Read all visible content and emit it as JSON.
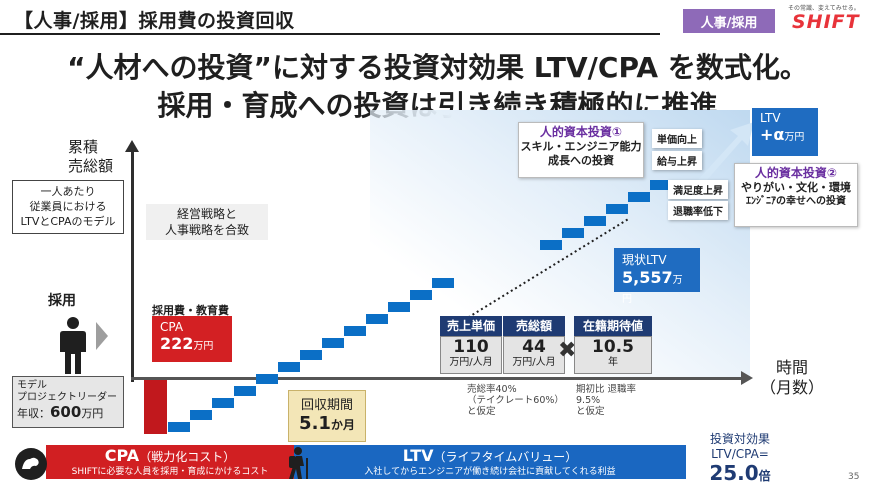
{
  "header": {
    "title": "【人事/採用】採用費の投資回収",
    "category_badge": "人事/採用",
    "logo_tagline": "その常識、変えてみせる。",
    "logo": "SHIFT"
  },
  "headline": {
    "line1": "“人材への投資”に対する投資対効果 LTV/CPA を数式化。",
    "line2": "採用・育成への投資は引き続き積極的に推進"
  },
  "axes": {
    "y_label_1": "累積",
    "y_label_2": "売総額",
    "x_label_1": "時間",
    "x_label_2": "（月数）"
  },
  "model_box": {
    "l1": "一人あたり",
    "l2": "従業員における",
    "l3": "LTVとCPAのモデル"
  },
  "hiring": {
    "label": "採用",
    "icon": "person-icon"
  },
  "project_leader": {
    "l1": "モデル",
    "l2": "プロジェクトリーダー",
    "salary_label": "年収：",
    "salary_value": "600",
    "salary_unit": "万円"
  },
  "strategy_box": {
    "l1": "経営戦略と",
    "l2": "人事戦略を合致"
  },
  "cost": {
    "label": "採用費・教育費",
    "cpa_label": "CPA",
    "cpa_value": "222",
    "cpa_unit": "万円"
  },
  "payback": {
    "label": "回収期間",
    "value": "5.1",
    "unit": "か月"
  },
  "metrics": {
    "unit_price": {
      "header": "売上単価",
      "value": "110",
      "unit": "万円/人月"
    },
    "total": {
      "header": "売総額",
      "value": "44",
      "unit": "万円/人月"
    },
    "tenure": {
      "header": "在籍期待値",
      "value": "10.5",
      "unit": "年"
    },
    "note_left": {
      "l1": "売総率40%",
      "l2": "（テイクレート60%）",
      "l3": "と仮定"
    },
    "note_right": {
      "l1": "期初比 退職率",
      "l2": "9.5%",
      "l3": "と仮定"
    }
  },
  "current_ltv": {
    "label": "現状LTV",
    "value": "5,557",
    "unit": "万円"
  },
  "ltv_plus": {
    "label": "LTV",
    "value": "+α",
    "unit": "万円"
  },
  "human_capital_1": {
    "title": "人的資本投資①",
    "l1": "スキル・エンジニア能力",
    "l2": "成長への投資"
  },
  "human_capital_2": {
    "title": "人的資本投資②",
    "l1": "やりがい・文化・環境",
    "l2": "ｴﾝｼﾞﾆｱの幸せへの投資"
  },
  "tags": {
    "t1": "単価向上",
    "t2": "給与上昇",
    "t3": "満足度上昇",
    "t4": "退職率低下"
  },
  "band_cpa": {
    "title": "CPA",
    "sub": "（戦力化コスト）",
    "desc": "SHIFTに必要な人員を採用・育成にかけるコスト"
  },
  "band_ltv": {
    "title": "LTV",
    "sub": "（ライフタイムバリュー）",
    "desc": "入社してからエンジニアが働き続け会社に貢献してくれる利益"
  },
  "roi": {
    "l1": "投資対効果",
    "l2": "LTV/CPA=",
    "value": "25.0",
    "unit": "倍"
  },
  "page_number": "35",
  "colors": {
    "red": "#d11f22",
    "blue": "#1a67c1",
    "navy": "#1f3b73",
    "purple": "#8e6ab8"
  }
}
